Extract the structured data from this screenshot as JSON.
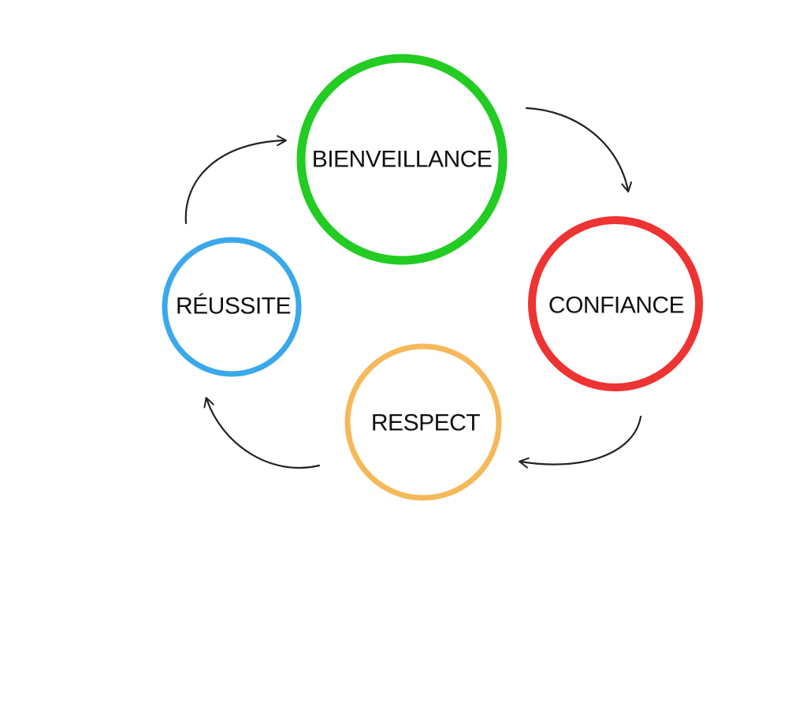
{
  "diagram": {
    "type": "cycle",
    "nodes": [
      {
        "id": "bienveillance",
        "label": "BIENVEILLANCE",
        "color": "#22cc22"
      },
      {
        "id": "confiance",
        "label": "CONFIANCE",
        "color": "#ee3333"
      },
      {
        "id": "respect",
        "label": "RESPECT",
        "color": "#f5b95a"
      },
      {
        "id": "reussite",
        "label": "RÉUSSITE",
        "color": "#3aa8ea"
      }
    ],
    "edges": [
      {
        "from": "bienveillance",
        "to": "confiance"
      },
      {
        "from": "confiance",
        "to": "respect"
      },
      {
        "from": "respect",
        "to": "reussite"
      },
      {
        "from": "reussite",
        "to": "bienveillance"
      }
    ],
    "arrow_color": "#222222"
  }
}
